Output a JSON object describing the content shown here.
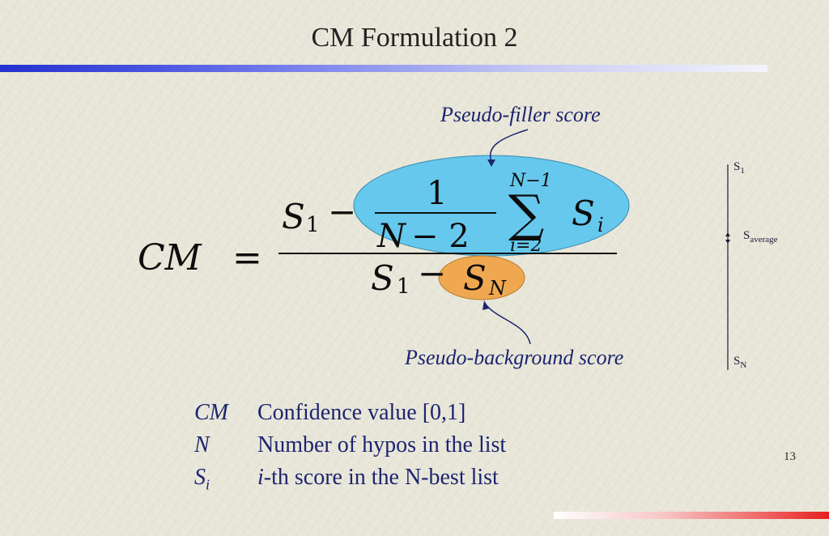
{
  "slide": {
    "title": "CM Formulation 2",
    "number": "13"
  },
  "annotations": {
    "filler": "Pseudo-filler score",
    "background": "Pseudo-background score"
  },
  "formula": {
    "lhs": "CM",
    "equals": "=",
    "s": "S",
    "sub_one": "1",
    "minus": "−",
    "frac_numerator": "1",
    "frac_denominator_n": "N",
    "frac_denominator_rest": "− 2",
    "sum_symbol": "∑",
    "sum_upper": "N−1",
    "sum_lower": "i=2",
    "sub_i": "i",
    "sub_n": "N",
    "filler_color": "#66c8ec",
    "background_color": "#f0a850"
  },
  "scale": {
    "s1": "S",
    "s1_sub": "1",
    "savg": "S",
    "savg_sub": "average",
    "sn": "S",
    "sn_sub": "N"
  },
  "legend": [
    {
      "symbol": "CM",
      "sub": "",
      "text_italic": "",
      "text": "Confidence value [0,1]"
    },
    {
      "symbol": "N",
      "sub": "",
      "text_italic": "",
      "text": "Number of hypos in the list"
    },
    {
      "symbol": "S",
      "sub": "i",
      "text_italic": "i",
      "text": "-th score in the N-best list"
    }
  ]
}
